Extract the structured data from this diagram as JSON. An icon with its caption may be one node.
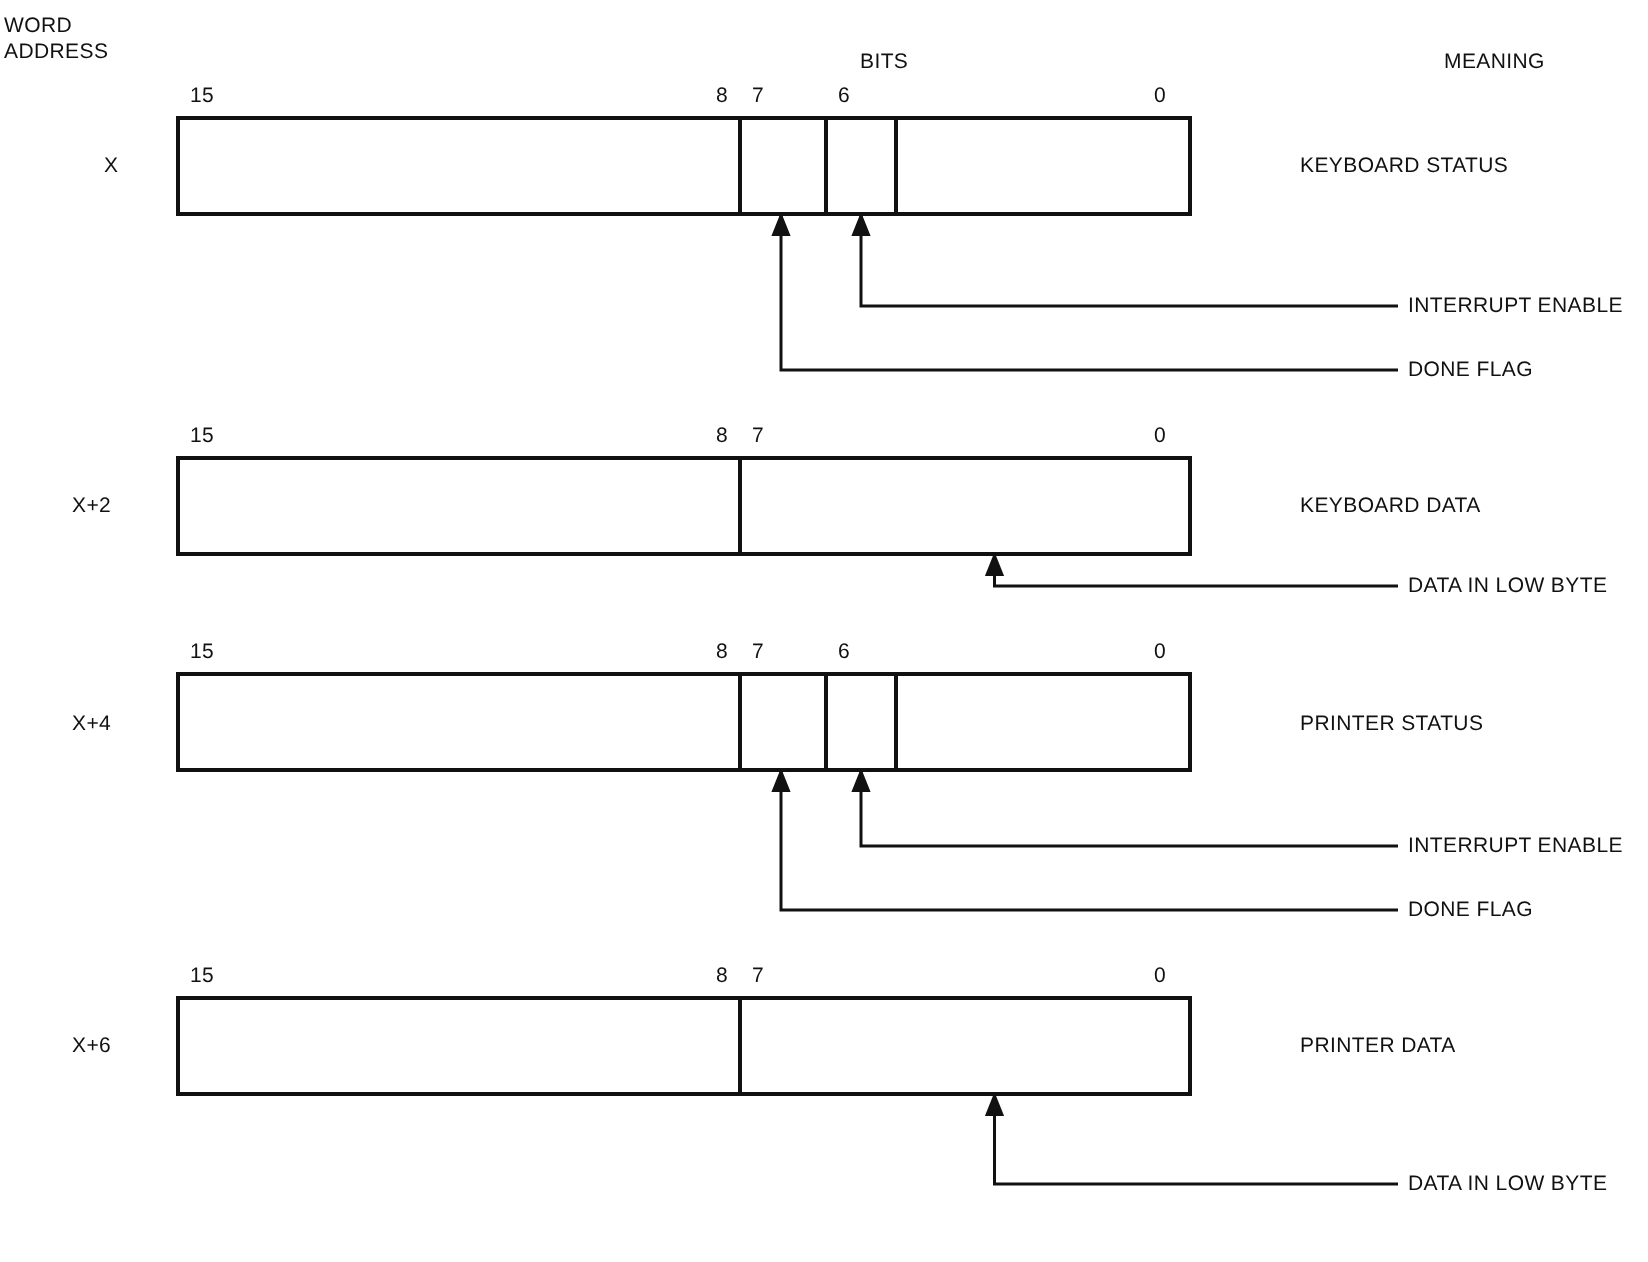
{
  "diagram": {
    "nodes": [
      {
        "text": [],
        "shape": "box"
      },
      {
        "text": [],
        "shape": "box",
        "in": 0
      },
      {
        "text": [],
        "shape": "box",
        "in": 0
      },
      {
        "text": [
          "INTERRUPT ENABLE"
        ]
      },
      {
        "text": [
          "DONE FLAG"
        ]
      },
      {
        "text": [],
        "shape": "box"
      },
      {
        "text": [],
        "shape": "box",
        "in": 5
      },
      {
        "text": [
          "DATA IN LOW BYTE"
        ]
      },
      {
        "text": [],
        "shape": "box"
      },
      {
        "text": [],
        "shape": "box",
        "in": 8
      },
      {
        "text": [],
        "shape": "box",
        "in": 8
      },
      {
        "text": [
          "INTERRUPT ENABLE"
        ]
      },
      {
        "text": [
          "DONE FLAG"
        ]
      },
      {
        "text": [],
        "shape": "box"
      },
      {
        "text": [],
        "shape": "box",
        "in": 13
      },
      {
        "text": [
          "DATA IN LOW BYTE"
        ]
      }
    ],
    "edges": [
      {
        "from": 3,
        "to": 2,
        "arrow": "to"
      },
      {
        "from": 4,
        "to": 1,
        "arrow": "to"
      },
      {
        "from": 7,
        "to": 6,
        "arrow": "to"
      },
      {
        "from": 11,
        "to": 10,
        "arrow": "to"
      },
      {
        "from": 12,
        "to": 9,
        "arrow": "to"
      },
      {
        "from": 15,
        "to": 14,
        "arrow": "to"
      }
    ],
    "labels": [
      "WORD ADDRESS",
      "BITS",
      "MEANING",
      "15",
      "8",
      "7",
      "6",
      "0",
      "X",
      "KEYBOARD STATUS",
      "15",
      "8",
      "7",
      "0",
      "X+2",
      "KEYBOARD DATA",
      "15",
      "8",
      "7",
      "6",
      "0",
      "X+4",
      "PRINTER STATUS",
      "15",
      "8",
      "7",
      "0",
      "X+6",
      "PRINTER DATA"
    ]
  }
}
